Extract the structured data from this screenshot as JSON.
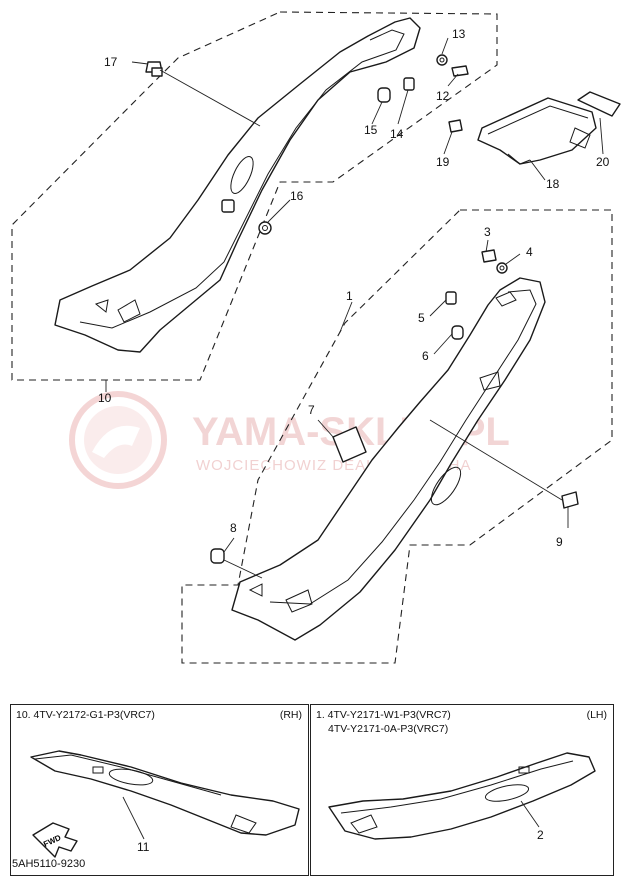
{
  "watermark": {
    "brand": "YAMA-SKLEP.PL",
    "subtitle": "WOJCIECHOWIZ DEALER YAMAHA"
  },
  "callouts": [
    "1",
    "2",
    "3",
    "4",
    "5",
    "6",
    "7",
    "8",
    "9",
    "10",
    "11",
    "12",
    "13",
    "14",
    "15",
    "16",
    "17",
    "18",
    "19",
    "20"
  ],
  "panels": {
    "rh": {
      "line1": "10. 4TV-Y2172-G1-P3(VRC7)",
      "side": "(RH)",
      "callout": "11"
    },
    "lh": {
      "line1": "1. 4TV-Y2171-W1-P3(VRC7)",
      "line2": "4TV-Y2171-0A-P3(VRC7)",
      "side": "(LH)",
      "callout": "2"
    }
  },
  "fwd_label": "FWD",
  "drawing_code": "5AH5110-9230"
}
